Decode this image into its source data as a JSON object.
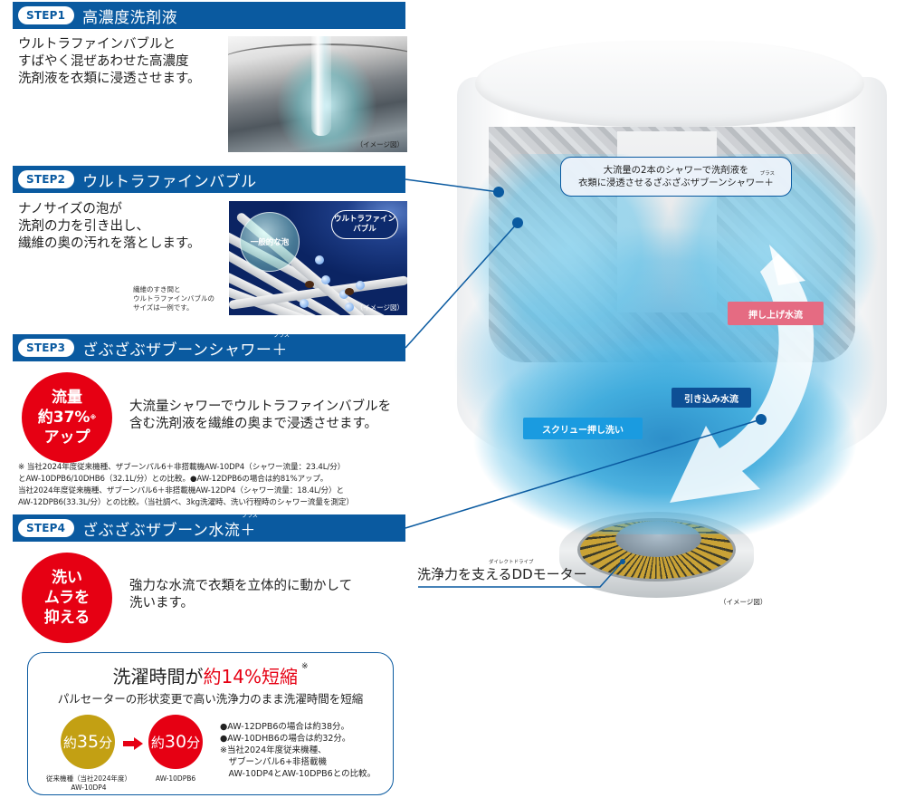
{
  "steps": [
    {
      "badge": "STEP1",
      "title": "高濃度洗剤液",
      "description_lines": [
        "ウルトラファインバブルと",
        "すばやく混ぜあわせた高濃度",
        "洗剤液を衣類に浸透させます。"
      ],
      "image_note": "（イメージ図）"
    },
    {
      "badge": "STEP2",
      "title": "ウルトラファインバブル",
      "description_lines": [
        "ナノサイズの泡が",
        "洗剤の力を引き出し、",
        "繊維の奥の汚れを落とします。"
      ],
      "image_labels": {
        "foam": "一般的な泡",
        "ufb_line1": "ウルトラファイン",
        "ufb_line2": "バブル"
      },
      "image_note": "（イメージ図）",
      "caption_lines": [
        "繊維のすき間と",
        "ウルトラファインバブルの",
        "サイズは一例です。"
      ]
    },
    {
      "badge": "STEP3",
      "title": "ざぶざぶザブーンシャワー＋",
      "title_ruby": "プラス",
      "badge_circle": {
        "line1": "流量",
        "line2": "約37%",
        "mark": "※",
        "line3": "アップ"
      },
      "description_lines": [
        "大流量シャワーでウルトラファインバブルを",
        "含む洗剤液を繊維の奥まで浸透させます。"
      ],
      "footnote_lines": [
        "※ 当社2024年度従来機種、ザブーンパル6＋非搭載機AW-10DP4（シャワー流量：23.4L/分）",
        "とAW-10DPB6/10DHB6（32.1L/分）との比較。●AW-12DPB6の場合は約81%アップ。",
        "当社2024年度従来機種、ザブーンパル6＋非搭載機AW-12DP4（シャワー流量：18.4L/分）と",
        "AW-12DPB6(33.3L/分）との比較。（当社調べ、3kg洗濯時、洗い行程時のシャワー流量を測定）"
      ]
    },
    {
      "badge": "STEP4",
      "title": "ざぶざぶザブーン水流＋",
      "title_ruby": "プラス",
      "badge_circle": {
        "line1": "洗い",
        "line2": "ムラを",
        "line3": "抑える"
      },
      "description_lines": [
        "強力な水流で衣類を立体的に動かして",
        "洗います。"
      ]
    }
  ],
  "time_box": {
    "title_prefix": "洗濯時間が",
    "title_highlight": "約14%短縮",
    "title_mark": "※",
    "subtitle": "パルセーターの形状変更で高い洗浄力のまま洗濯時間を短縮",
    "before": {
      "prefix": "約",
      "value": "35",
      "unit": "分",
      "caption_line1": "従来機種（当社2024年度）",
      "caption_line2": "AW-10DP4",
      "color": "#c3a013"
    },
    "after": {
      "prefix": "約",
      "value": "30",
      "unit": "分",
      "caption_line1": "AW-10DPB6",
      "color": "#e60013"
    },
    "notes": [
      "●AW-12DPB6の場合は約38分。",
      "●AW-10DHB6の場合は約32分。",
      "※当社2024年度従来機種、",
      "　ザブーンパル6+非搭載機",
      "　AW-10DP4とAW-10DPB6との比較。"
    ]
  },
  "diagram": {
    "callout_line1": "大流量の2本のシャワーで洗剤液を",
    "callout_line2": "衣類に浸透させるざぶざぶザブーンシャワー＋",
    "callout_ruby": "プラス",
    "flows": {
      "push_up": "押し上げ水流",
      "pull_in": "引き込み水流",
      "screw": "スクリュー押し洗い"
    },
    "motor_label": "洗浄力を支えるDDモーター",
    "motor_ruby": "ダイレクトドライブ",
    "image_note": "（イメージ図）"
  },
  "colors": {
    "brand_blue": "#0a5aa0",
    "red": "#e60013",
    "gold": "#c3a013",
    "pink": "#e56b82",
    "navy": "#0d4f95",
    "sky": "#1a9be0"
  }
}
